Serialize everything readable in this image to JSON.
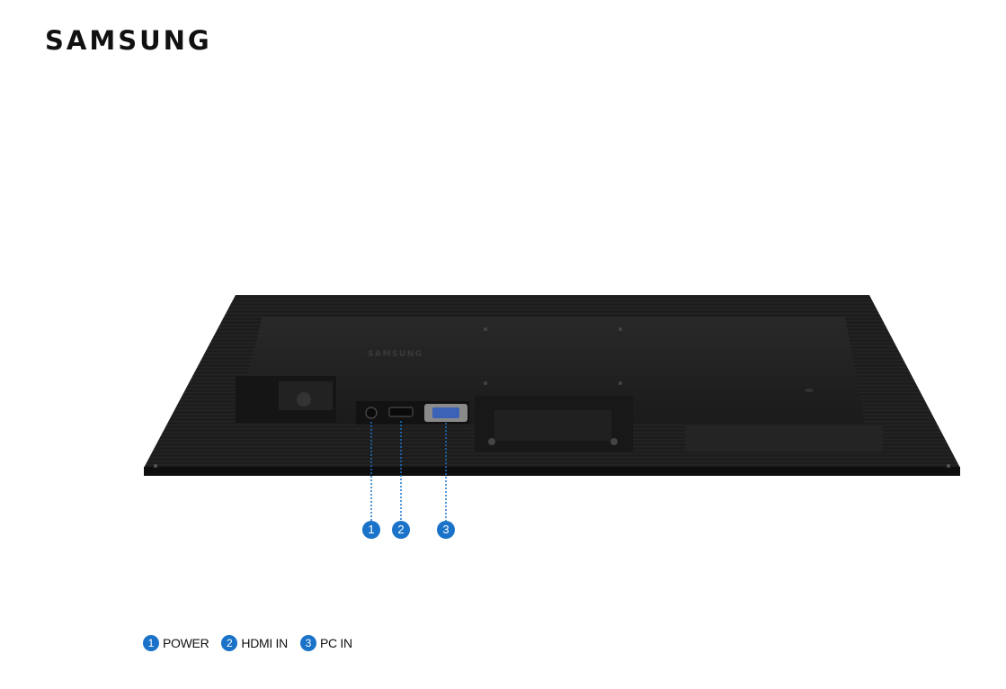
{
  "brand": {
    "logo_text": "SAMSUNG",
    "back_logo_text": "SAMSUNG"
  },
  "colors": {
    "accent": "#1a73c8",
    "body": "#1c1c1c"
  },
  "markers": [
    {
      "num": "1"
    },
    {
      "num": "2"
    },
    {
      "num": "3"
    }
  ],
  "legend": [
    {
      "num": "1",
      "label": "POWER"
    },
    {
      "num": "2",
      "label": "HDMI IN"
    },
    {
      "num": "3",
      "label": "PC IN"
    }
  ]
}
